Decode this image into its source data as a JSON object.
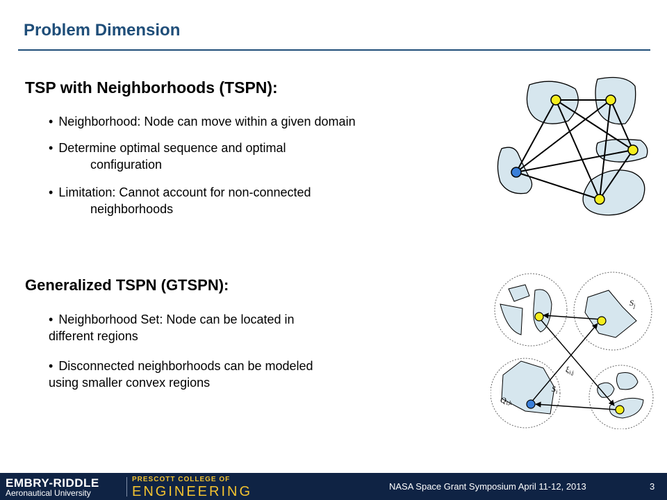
{
  "slide": {
    "title": "Problem Dimension",
    "section1": {
      "heading": "TSP with Neighborhoods (TSPN):",
      "bullets": [
        {
          "line1": "Neighborhood:  Node can move within a given domain"
        },
        {
          "line1": "Determine optimal sequence and optimal",
          "line2": "configuration"
        },
        {
          "line1": "Limitation:  Cannot account for non-connected",
          "line2": "neighborhoods"
        }
      ]
    },
    "section2": {
      "heading": "Generalized TSPN (GTSPN):",
      "bullets": [
        {
          "line1": "Neighborhood Set:  Node can be located in",
          "line2": "different regions"
        },
        {
          "line1": "Disconnected neighborhoods can be modeled",
          "line2": "using smaller convex regions"
        }
      ]
    },
    "figure2_labels": {
      "s_j": "S",
      "s_j_sub": "j",
      "s_i": "S",
      "s_i_sub": "i",
      "xi": "ξ",
      "xi_sub": "i,j",
      "q": "Q",
      "q_sub": "i,k"
    }
  },
  "colors": {
    "title": "#1f4e79",
    "region": "#d6e6ee",
    "node_yellow": "#f5ee1e",
    "node_blue": "#3a7fd9",
    "footer": "#0f2344"
  },
  "footer": {
    "logo_line1": "EMBRY-RIDDLE",
    "logo_line2": "Aeronautical University",
    "college": "PRESCOTT COLLEGE OF",
    "engineering": "ENGINEERING",
    "event": "NASA Space Grant Symposium April  11-12, 2013",
    "page_number": "3"
  }
}
